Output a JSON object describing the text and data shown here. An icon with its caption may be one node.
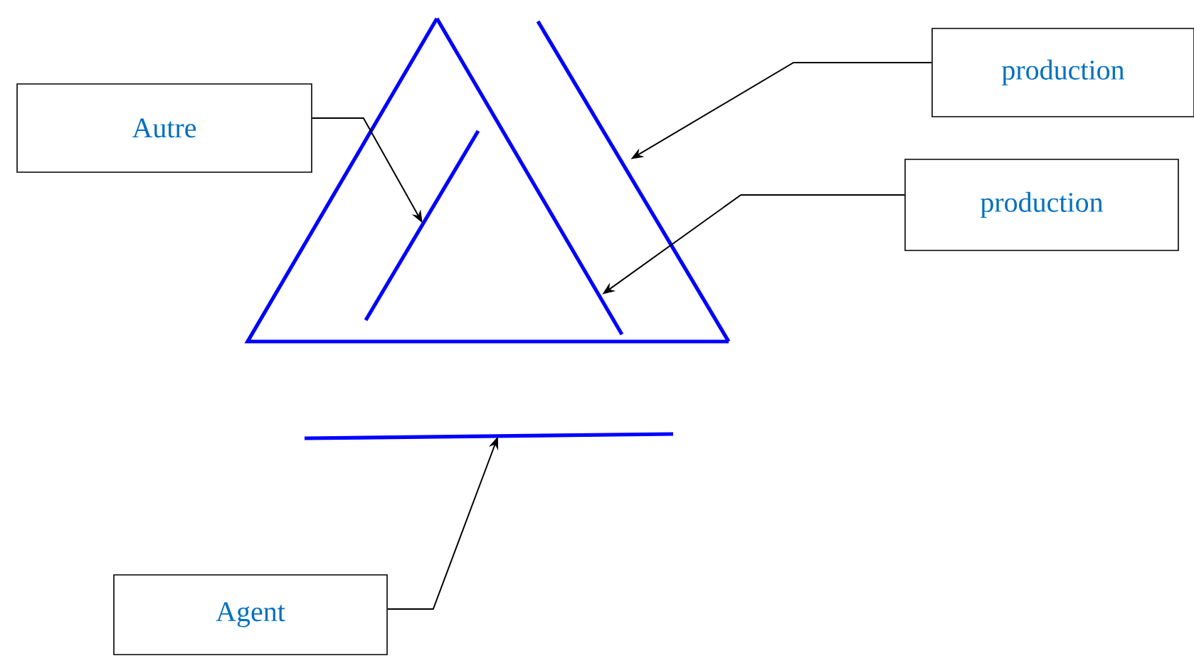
{
  "diagram": {
    "nodes": [
      {
        "text": [
          "Autre"
        ]
      },
      {
        "text": [
          "production"
        ]
      },
      {
        "text": [
          "production"
        ]
      },
      {
        "text": [
          "Agent"
        ]
      },
      {
        "text": [],
        "shape": "bar"
      },
      {
        "text": [],
        "shape": "bar"
      },
      {
        "text": [],
        "shape": "bar"
      },
      {
        "text": [],
        "shape": "bar"
      }
    ],
    "edges": [
      {
        "from": 0,
        "to": 4,
        "arrow": "to"
      },
      {
        "from": 1,
        "to": 5,
        "arrow": "to"
      },
      {
        "from": 2,
        "to": 6,
        "arrow": "to"
      },
      {
        "from": 3,
        "to": 7,
        "arrow": "to"
      }
    ]
  }
}
